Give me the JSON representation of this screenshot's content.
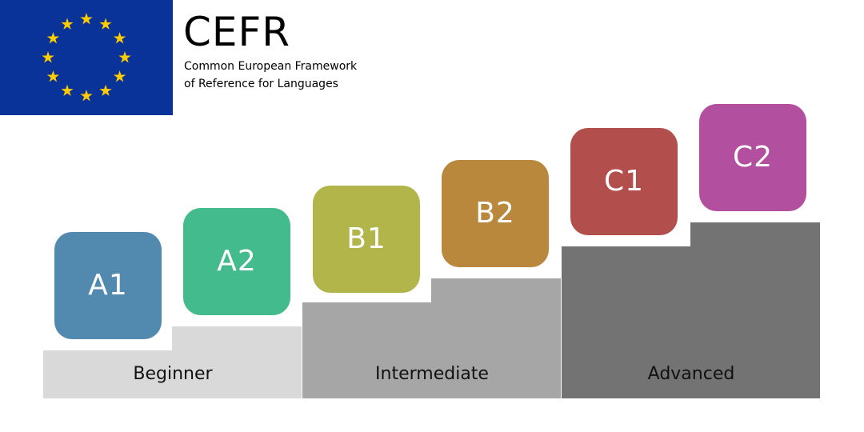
{
  "header": {
    "title": "CEFR",
    "subtitle": "Common European Framework of Reference for Languages"
  },
  "flag": {
    "icon": "eu-flag-icon",
    "background": "#0a3399",
    "star_color": "#ffcc00"
  },
  "stages": [
    {
      "label": "Beginner",
      "color_low": "#d9d9d9",
      "color_high": "#d9d9d9"
    },
    {
      "label": "Intermediate",
      "color_low": "#a6a6a6",
      "color_high": "#a6a6a6"
    },
    {
      "label": "Advanced",
      "color_low": "#737373",
      "color_high": "#737373"
    }
  ],
  "levels": [
    {
      "code": "A1",
      "color": "#5289af"
    },
    {
      "code": "A2",
      "color": "#43bb8c"
    },
    {
      "code": "B1",
      "color": "#b2b54a"
    },
    {
      "code": "B2",
      "color": "#b9883c"
    },
    {
      "code": "C1",
      "color": "#b24f4c"
    },
    {
      "code": "C2",
      "color": "#b24f9e"
    }
  ]
}
